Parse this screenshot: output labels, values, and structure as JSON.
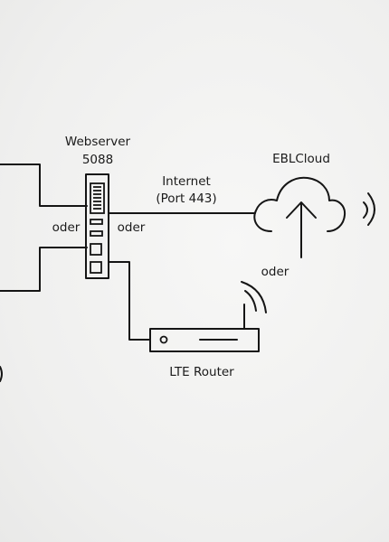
{
  "labels": {
    "webserver_name": "Webserver",
    "webserver_model": "5088",
    "internet": "Internet",
    "port": "(Port 443)",
    "cloud": "EBLCloud",
    "oder_left": "oder",
    "oder_right": "oder",
    "oder_cloud": "oder",
    "router": "LTE Router"
  },
  "icons": {
    "server": "server-device-icon",
    "cloud": "cloud-upload-icon",
    "router": "lte-router-icon",
    "wifi": "wireless-signal-icon"
  }
}
